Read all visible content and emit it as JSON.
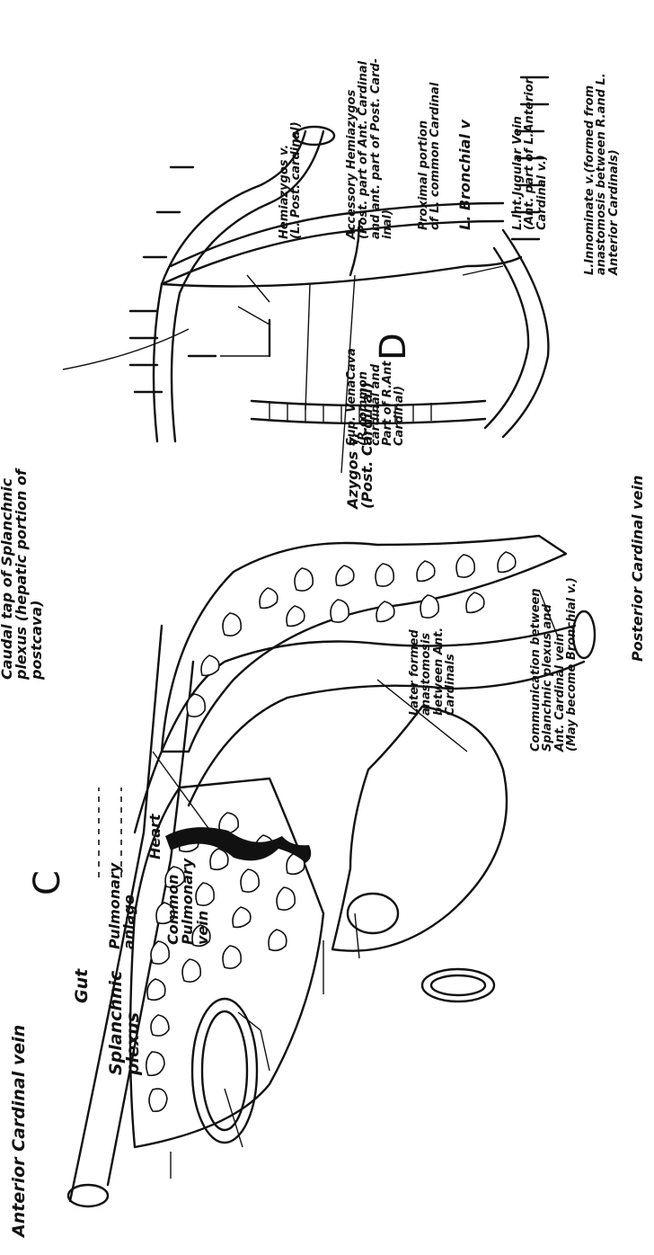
{
  "panels": {
    "c_letter": "C",
    "d_letter": "D"
  },
  "panel_c": {
    "labels": {
      "anterior_cardinal": "Anterior Cardinal vein",
      "gut": "Gut",
      "splanchnic_1": "Splanchnic",
      "splanchnic_2": "plexus",
      "pulmonary_1": "Pulmonary",
      "pulmonary_2": "anlage",
      "common_pulm_1": "Common",
      "common_pulm_2": "Pulmonary",
      "common_pulm_3": "vein",
      "heart": "Heart",
      "communication_1": "Communication between",
      "communication_2": "Splanchnic plexus and",
      "communication_3": "Ant. Cardinal vein",
      "communication_4": "(May become Bronchial v.)",
      "later_1": "Later formed",
      "later_2": "anastomosis",
      "later_3": "between Ant.",
      "later_4": "Cardinals",
      "caudal_1": "Caudal tap of Splanchnic",
      "caudal_2": "plexus (hepatic portion of",
      "caudal_3": "postcava)",
      "posterior_cardinal": "Posterior Cardinal vein"
    }
  },
  "panel_d": {
    "labels": {
      "innominate_1": "L.Innominate v.(formed from",
      "innominate_2": "anastomosis between R.and L.",
      "innominate_3": "Anterior Cardinals)",
      "jugular_1": "L.Int.Jugular Vein",
      "jugular_2": "(Ant. part of L.Anterior",
      "jugular_3": "Cardinal v.)",
      "bronchial": "L. Bronchial v",
      "proximal_1": "Proximal portion",
      "proximal_2": "of L. common Cardinal",
      "acc_hemi_1": "Accessory Hemiazygos",
      "acc_hemi_2": "(Post. part of Ant. Cardinal",
      "acc_hemi_3": "and ant. part of Post. Card-",
      "acc_hemi_4": "inal)",
      "hemiazygos_1": "Hemiazygos v.",
      "hemiazygos_2": "(L. Post. cardinal)",
      "sup_vena_1": "Sup. VenaCava",
      "sup_vena_2": "(R.common",
      "sup_vena_3": "cardinal and",
      "sup_vena_4": "Part of R.Ant",
      "sup_vena_5": "Cardinal)",
      "azygos_1": "Azygos v.",
      "azygos_2": "(Post. Cardinal)"
    }
  }
}
